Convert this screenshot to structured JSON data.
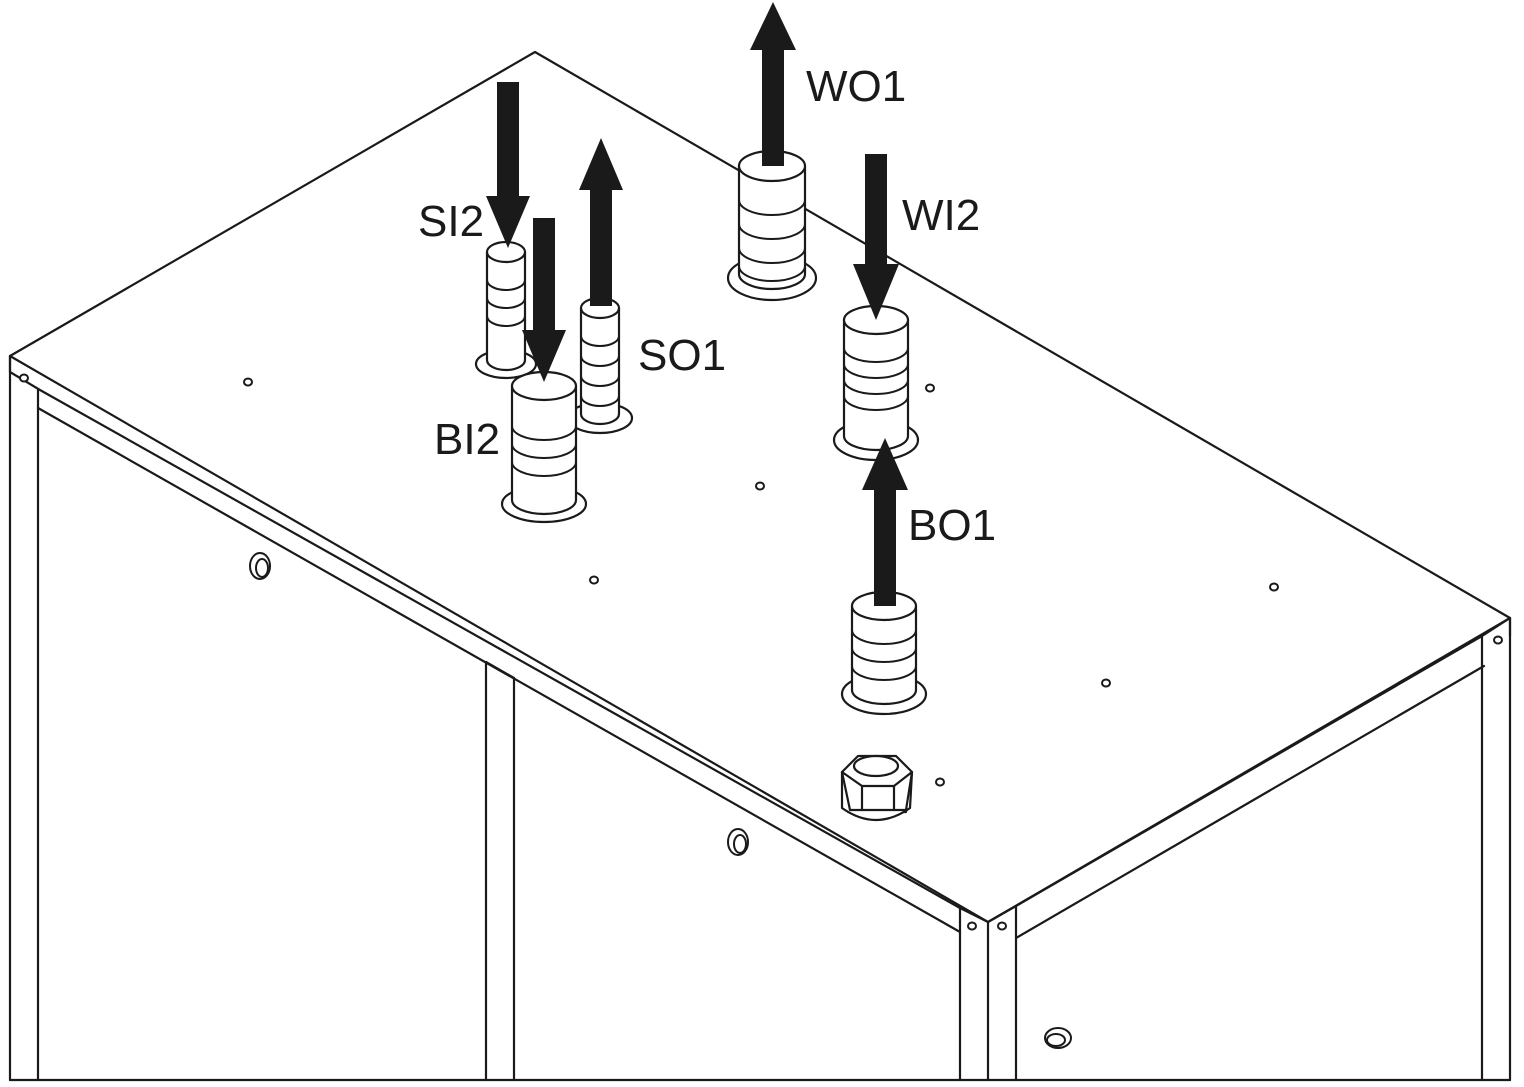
{
  "labels": {
    "wo1": "WO1",
    "wi2": "WI2",
    "si2": "SI2",
    "so1": "SO1",
    "bi2": "BI2",
    "bo1": "BO1"
  },
  "colors": {
    "line": "#1a1a1a",
    "background": "#ffffff"
  },
  "arrows": {
    "wo1": "up",
    "wi2": "down",
    "si2": "down",
    "so1": "up",
    "bi2": "down",
    "bo1": "up"
  }
}
